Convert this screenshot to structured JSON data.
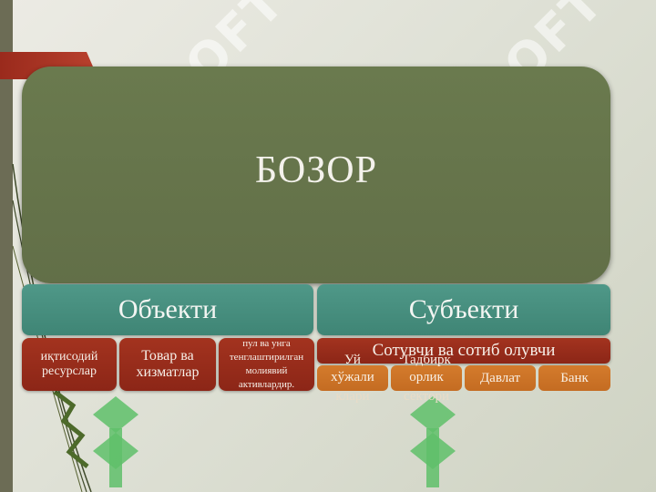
{
  "slide": {
    "title": "БОЗОР",
    "watermark": "SOFT"
  },
  "categories": {
    "objects": "Объекти",
    "subjects": "Субъекти"
  },
  "object_items": [
    "иқтисодий ресурслар",
    "Товар ва хизматлар",
    "пул ва унга тенглаштирилган молиявий активлардир."
  ],
  "subject_header": "Сотувчи ва сотиб олувчи",
  "subject_items": [
    {
      "line1": "Уй",
      "line2": "хўжали",
      "line3": "клари"
    },
    {
      "line1": "Тадбирк",
      "line2": "орлик",
      "line3": "сектори"
    },
    {
      "line1": "Давлат"
    },
    {
      "line1": "Банк"
    }
  ],
  "colors": {
    "main_box": "#647246",
    "category": "#4a9080",
    "red": "#9a2d1b",
    "orange": "#cf7527",
    "left_bar": "#6c6c55",
    "watermark_logo": "#5fbf6a"
  }
}
